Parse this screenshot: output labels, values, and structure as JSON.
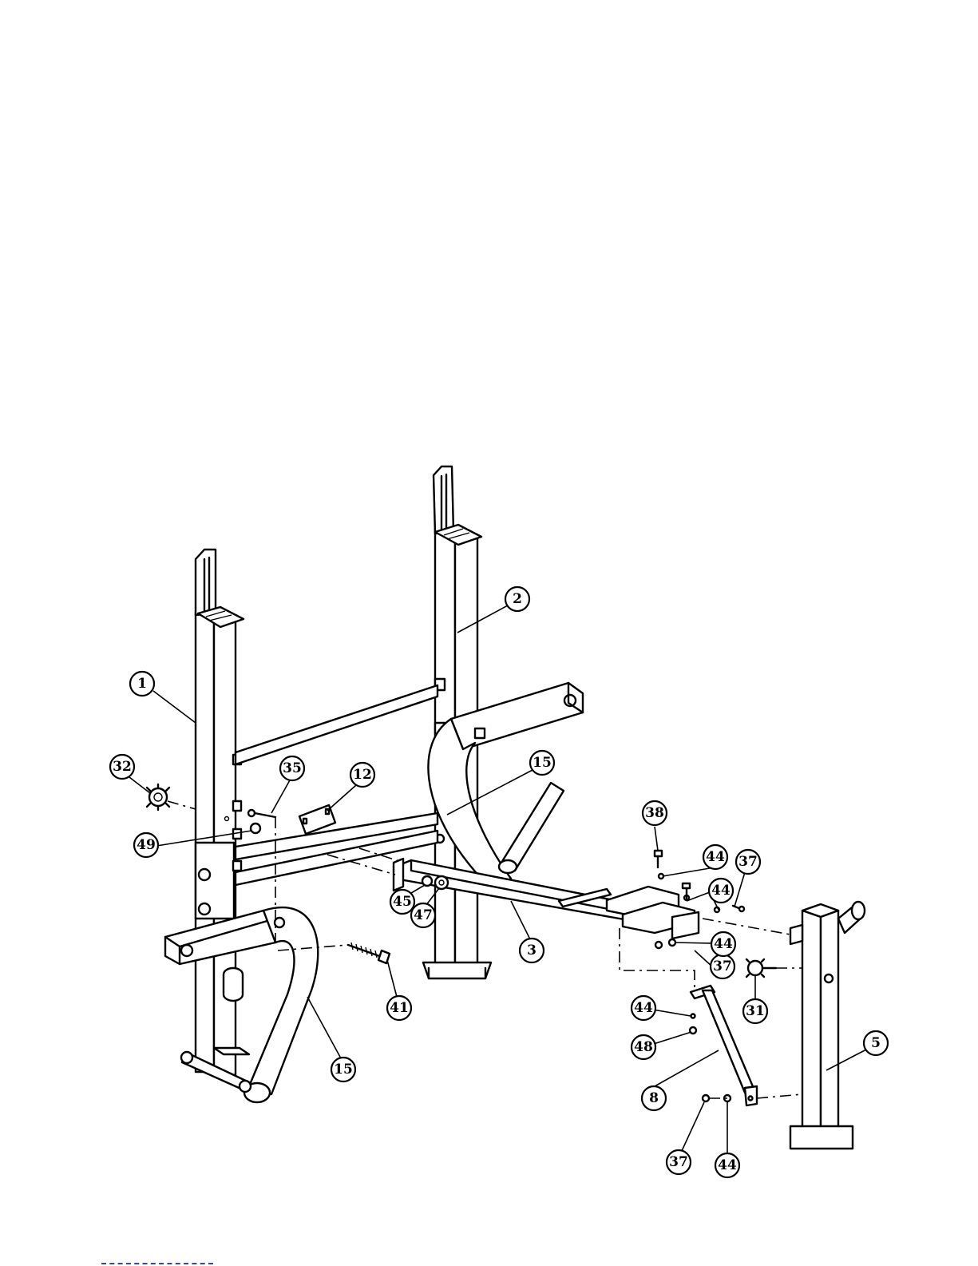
{
  "callouts": {
    "frame_left": "1",
    "frame_right": "2",
    "main_tube": "3",
    "rear_leg": "5",
    "support_brace": "8",
    "bracket_plate": "12",
    "leg_curl_upper": "15",
    "leg_curl_lower": "15",
    "knob_right": "31",
    "knob_left": "32",
    "pin": "35",
    "bolt_mid": "37",
    "bolt_right": "37",
    "bolt_bottom": "37",
    "bolt_top": "38",
    "long_bolt": "41",
    "washer_a": "44",
    "washer_b": "44",
    "washer_c": "44",
    "washer_d": "44",
    "washer_e": "44",
    "spacer": "45",
    "nut": "47",
    "nut_b": "48",
    "nut_c": "49"
  },
  "colors": {
    "line": "#000000",
    "paper": "#ffffff",
    "footer_rule": "#3344cc"
  }
}
